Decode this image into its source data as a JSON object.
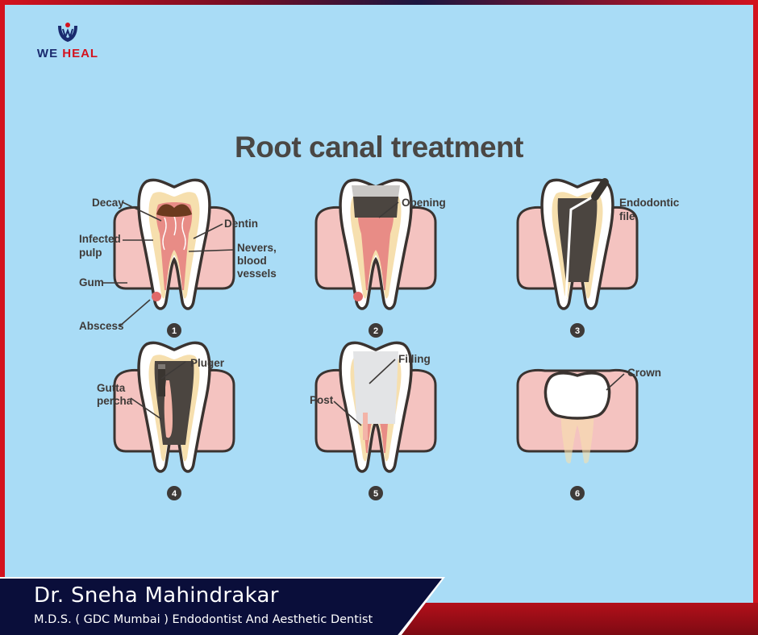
{
  "brand": {
    "logo_text_we": "WE",
    "logo_text_heal": "HEAL",
    "accent_red": "#d4121e",
    "navy": "#0a0e3a"
  },
  "title": "Root canal treatment",
  "steps": [
    {
      "number": "1",
      "labels": {
        "decay": "Decay",
        "dentin": "Dentin",
        "infected_1": "Infected",
        "infected_2": "pulp",
        "nerves_1": "Nevers,",
        "nerves_2": "blood",
        "nerves_3": "vessels",
        "gum": "Gum",
        "abscess": "Abscess"
      }
    },
    {
      "number": "2",
      "labels": {
        "opening": "Opening"
      }
    },
    {
      "number": "3",
      "labels": {
        "file_1": "Endodontic",
        "file_2": "file"
      }
    },
    {
      "number": "4",
      "labels": {
        "pluger": "Pluger",
        "gutta_1": "Gutta",
        "gutta_2": "percha"
      }
    },
    {
      "number": "5",
      "labels": {
        "filling": "Filling",
        "post": "Post"
      }
    },
    {
      "number": "6",
      "labels": {
        "crown": "Crown"
      }
    }
  ],
  "footer": {
    "name": "Dr. Sneha Mahindrakar",
    "credentials": "M.D.S. ( GDC Mumbai ) Endodontist And Aesthetic Dentist"
  },
  "colors": {
    "panel": "#a9dcf6",
    "gum": "#f4c3c0",
    "tooth": "#ffffff",
    "dentin": "#f6dfae",
    "pulp": "#e88c86",
    "dark": "#4b4540"
  }
}
